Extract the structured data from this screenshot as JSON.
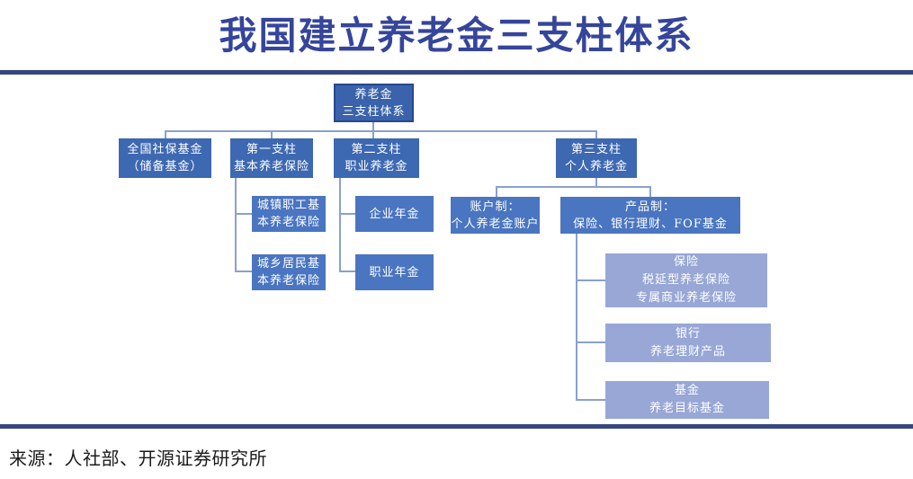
{
  "title": "我国建立养老金三支柱体系",
  "source": "来源：人社部、开源证券研究所",
  "colors": {
    "title_text": "#35459B",
    "separator_rule": "#364780",
    "box_root_fill": "#3A63AC",
    "box_root_border": "#26488F",
    "box_dark_fill": "#3D68B2",
    "box_mid_fill": "#4A75C1",
    "box_light_fill": "#98A7D6",
    "connector": "#8AA0CE",
    "box_text": "#FFFFFF"
  },
  "diagram": {
    "root": {
      "l1": "养老金",
      "l2": "三支柱体系"
    },
    "nssf": {
      "l1": "全国社保基金",
      "l2": "（储备基金）"
    },
    "pillar1": {
      "l1": "第一支柱",
      "l2": "基本养老保险"
    },
    "pillar2": {
      "l1": "第二支柱",
      "l2": "职业养老金"
    },
    "pillar3": {
      "l1": "第三支柱",
      "l2": "个人养老金"
    },
    "urban": {
      "l1": "城镇职工基",
      "l2": "本养老保险"
    },
    "rural": {
      "l1": "城乡居民基",
      "l2": "本养老保险"
    },
    "enterprise_annuity": {
      "l1": "企业年金"
    },
    "occupational_annuity": {
      "l1": "职业年金"
    },
    "account_system": {
      "l1": "账户制：",
      "l2": "个人养老金账户"
    },
    "product_system": {
      "l1": "产品制：",
      "l2": "保险、银行理财、FOF基金"
    },
    "insurance": {
      "l1": "保险",
      "l2": "税延型养老保险",
      "l3": "专属商业养老保险"
    },
    "bank": {
      "l1": "银行",
      "l2": "养老理财产品"
    },
    "fund": {
      "l1": "基金",
      "l2": "养老目标基金"
    }
  }
}
